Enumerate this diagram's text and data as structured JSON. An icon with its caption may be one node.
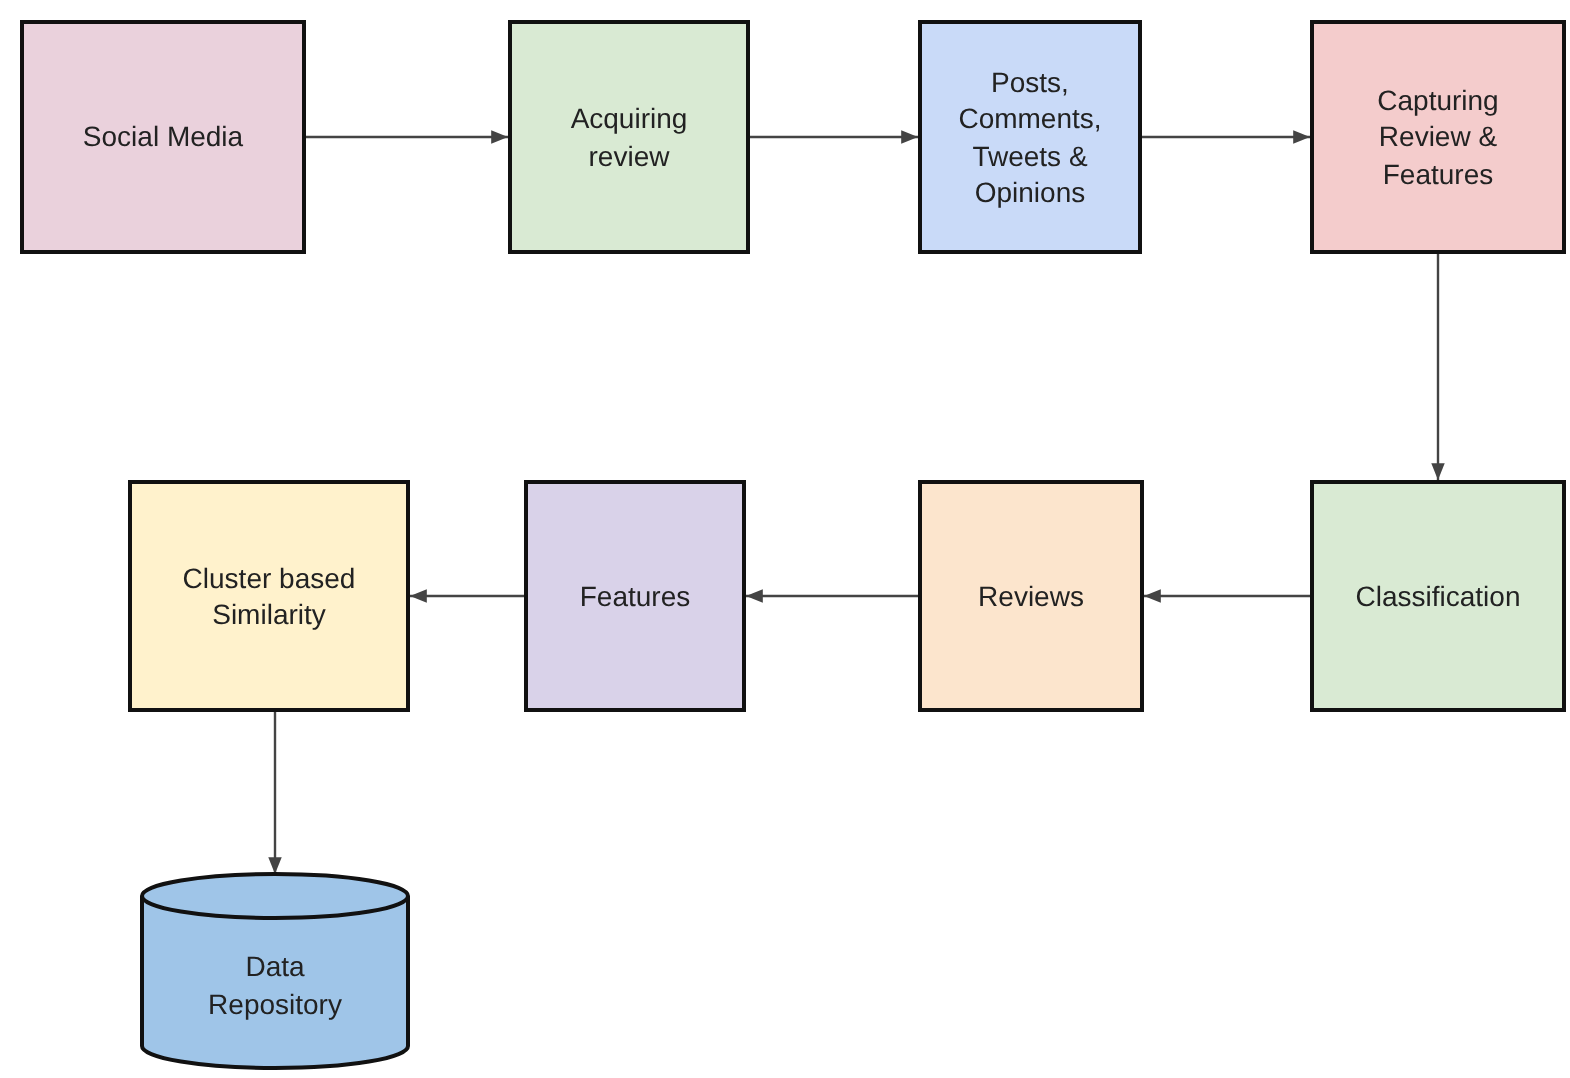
{
  "diagram": {
    "nodes": [
      {
        "text": [
          "Social Media"
        ]
      },
      {
        "text": [
          "Acquiring review"
        ]
      },
      {
        "text": [
          "Posts, Comments, Tweets & Opinions"
        ]
      },
      {
        "text": [
          "Capturing Review & Features"
        ]
      },
      {
        "text": [
          "Classification"
        ]
      },
      {
        "text": [
          "Reviews"
        ]
      },
      {
        "text": [
          "Features"
        ]
      },
      {
        "text": [
          "Cluster based Similarity"
        ]
      },
      {
        "text": [
          "Data Repository"
        ]
      }
    ],
    "edges": [
      {
        "from": 0,
        "to": 1,
        "arrow": "to"
      },
      {
        "from": 1,
        "to": 2,
        "arrow": "to"
      },
      {
        "from": 2,
        "to": 3,
        "arrow": "to"
      },
      {
        "from": 3,
        "to": 4,
        "arrow": "to"
      },
      {
        "from": 4,
        "to": 5,
        "arrow": "to"
      },
      {
        "from": 5,
        "to": 6,
        "arrow": "to"
      },
      {
        "from": 6,
        "to": 7,
        "arrow": "to"
      },
      {
        "from": 7,
        "to": 8,
        "arrow": "to"
      }
    ]
  }
}
